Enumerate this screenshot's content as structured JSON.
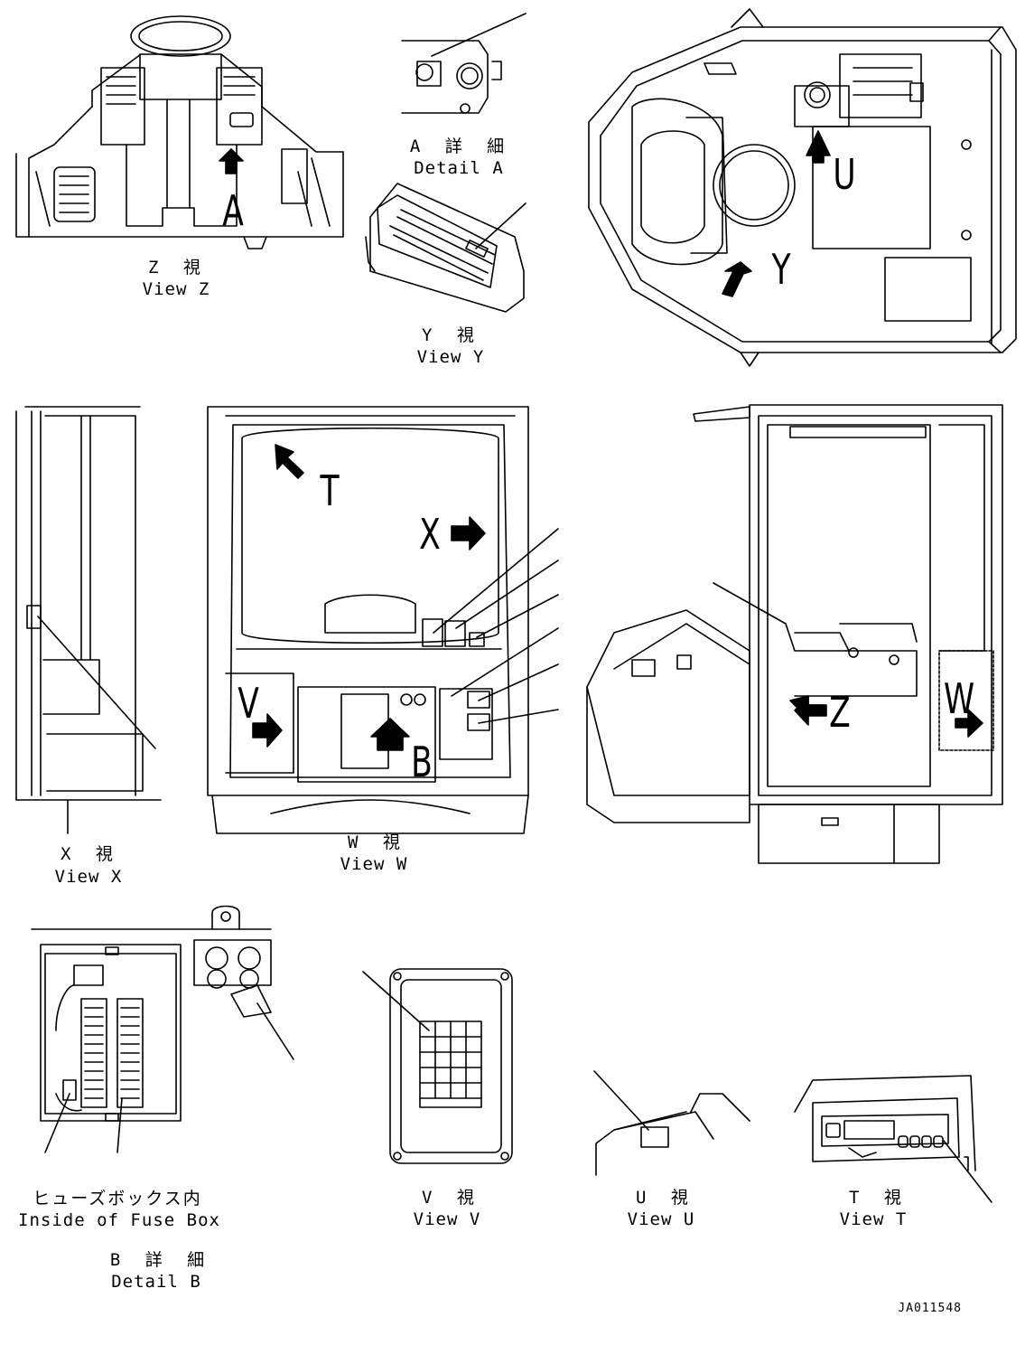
{
  "views": {
    "view_z": {
      "jp": "Z 視",
      "en": "View Z"
    },
    "detail_a": {
      "jp": "A 詳 細",
      "en": "Detail A"
    },
    "view_y": {
      "jp": "Y 視",
      "en": "View Y"
    },
    "view_x": {
      "jp": "X 視",
      "en": "View X"
    },
    "view_w": {
      "jp": "W 視",
      "en": "View W"
    },
    "fuse_box": {
      "jp": "ヒューズボックス内",
      "en": "Inside of Fuse Box"
    },
    "detail_b": {
      "jp": "B 詳 細",
      "en": "Detail B"
    },
    "view_v": {
      "jp": "V 視",
      "en": "View V"
    },
    "view_u": {
      "jp": "U 視",
      "en": "View U"
    },
    "view_t": {
      "jp": "T 視",
      "en": "View T"
    }
  },
  "markers": {
    "a": "A",
    "u": "U",
    "y": "Y",
    "t": "T",
    "x": "X",
    "v": "V",
    "b": "B",
    "z": "Z",
    "w": "W"
  },
  "document_number": "JA011548"
}
